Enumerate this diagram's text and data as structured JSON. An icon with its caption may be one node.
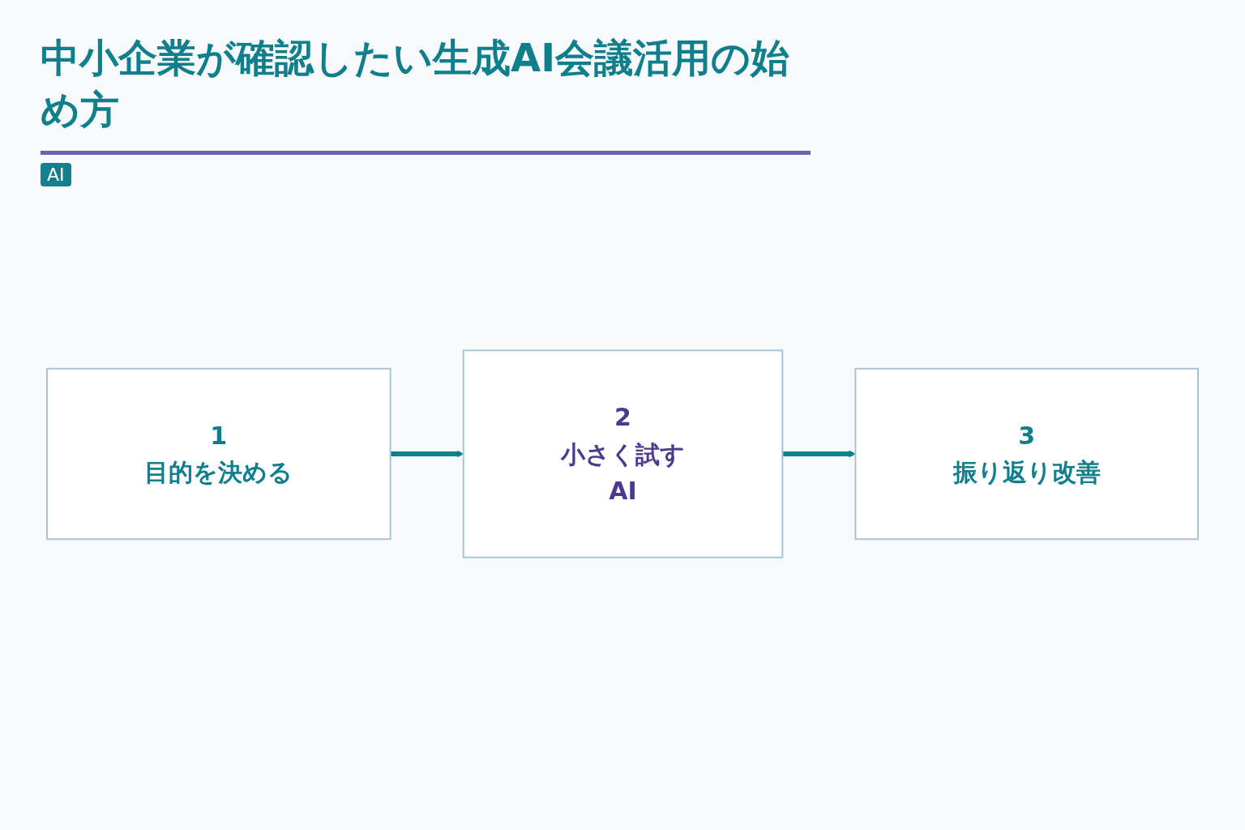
{
  "diagram": {
    "title": "中小企業が確認したい生成AI会議活用の始め方",
    "nodes": [
      {
        "text": [
          "1",
          "目的を決める"
        ]
      },
      {
        "text": [
          "2",
          "小さく試す",
          "AI"
        ]
      },
      {
        "text": [
          "3",
          "振り返り改善"
        ]
      }
    ],
    "edges": [
      {
        "from": 0,
        "to": 1,
        "arrow": "to"
      },
      {
        "from": 1,
        "to": 2,
        "arrow": "to"
      }
    ],
    "labels": [
      "AI"
    ]
  }
}
